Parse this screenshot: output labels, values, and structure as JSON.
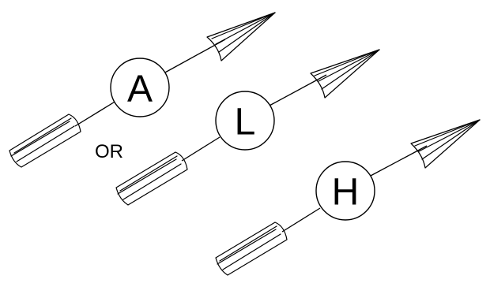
{
  "diagram": {
    "arrows": [
      {
        "id": "a",
        "letter": "A"
      },
      {
        "id": "l",
        "letter": "L"
      },
      {
        "id": "h",
        "letter": "H"
      }
    ],
    "or_label": "OR",
    "colors": {
      "stroke": "#000000",
      "fill": "#ffffff",
      "background": "#ffffff"
    }
  }
}
